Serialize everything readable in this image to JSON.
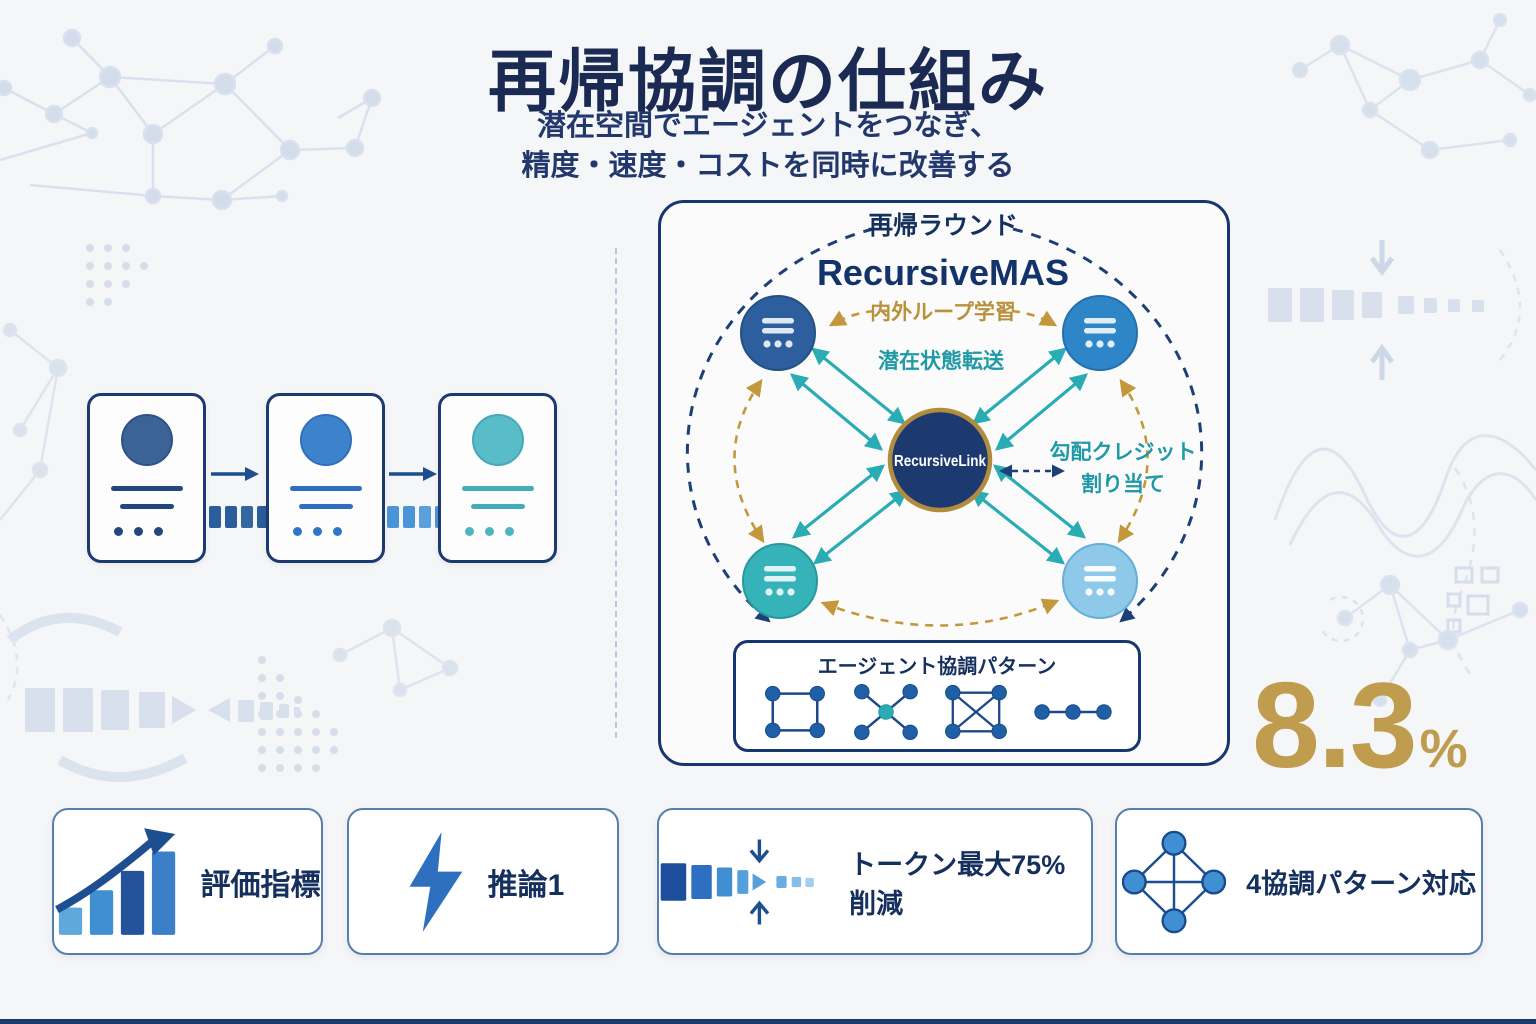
{
  "header": {
    "title": "再帰協調の仕組み",
    "subtitle_line1": "潜在空間でエージェントをつなぎ、",
    "subtitle_line2": "精度・速度・コストを同時に改善する"
  },
  "pipeline": {
    "stages": [
      "agent-card-dark-blue",
      "agent-card-blue",
      "agent-card-teal"
    ]
  },
  "diagram": {
    "round_label": "再帰ラウンド",
    "title": "RecursiveMAS",
    "hub_label": "RecursiveLink",
    "loop_learning_label": "内外ループ学習",
    "latent_transfer_label": "潜在状態転送",
    "gradient_credit_line1": "勾配クレジット",
    "gradient_credit_line2": "割り当て",
    "pattern_box": {
      "title": "エージェント協調パターン",
      "patterns": [
        "ring",
        "star",
        "mesh",
        "chain"
      ]
    }
  },
  "metric": {
    "value": "8.3",
    "unit": "%"
  },
  "feature_cards": [
    {
      "icon": "bar-chart-icon",
      "label": "評価指標"
    },
    {
      "icon": "lightning-icon",
      "label": "推論1"
    },
    {
      "icon": "token-compression-icon",
      "label": "トークン最大75%削減"
    },
    {
      "icon": "network-diamond-icon",
      "label": "4協調パターン対応"
    }
  ],
  "colors": {
    "navy": "#16305e",
    "gold": "#bf9b45",
    "teal": "#2aacb4",
    "blue": "#2e85c8",
    "light_blue": "#8fc9e9",
    "background": "#f5f6f8"
  }
}
